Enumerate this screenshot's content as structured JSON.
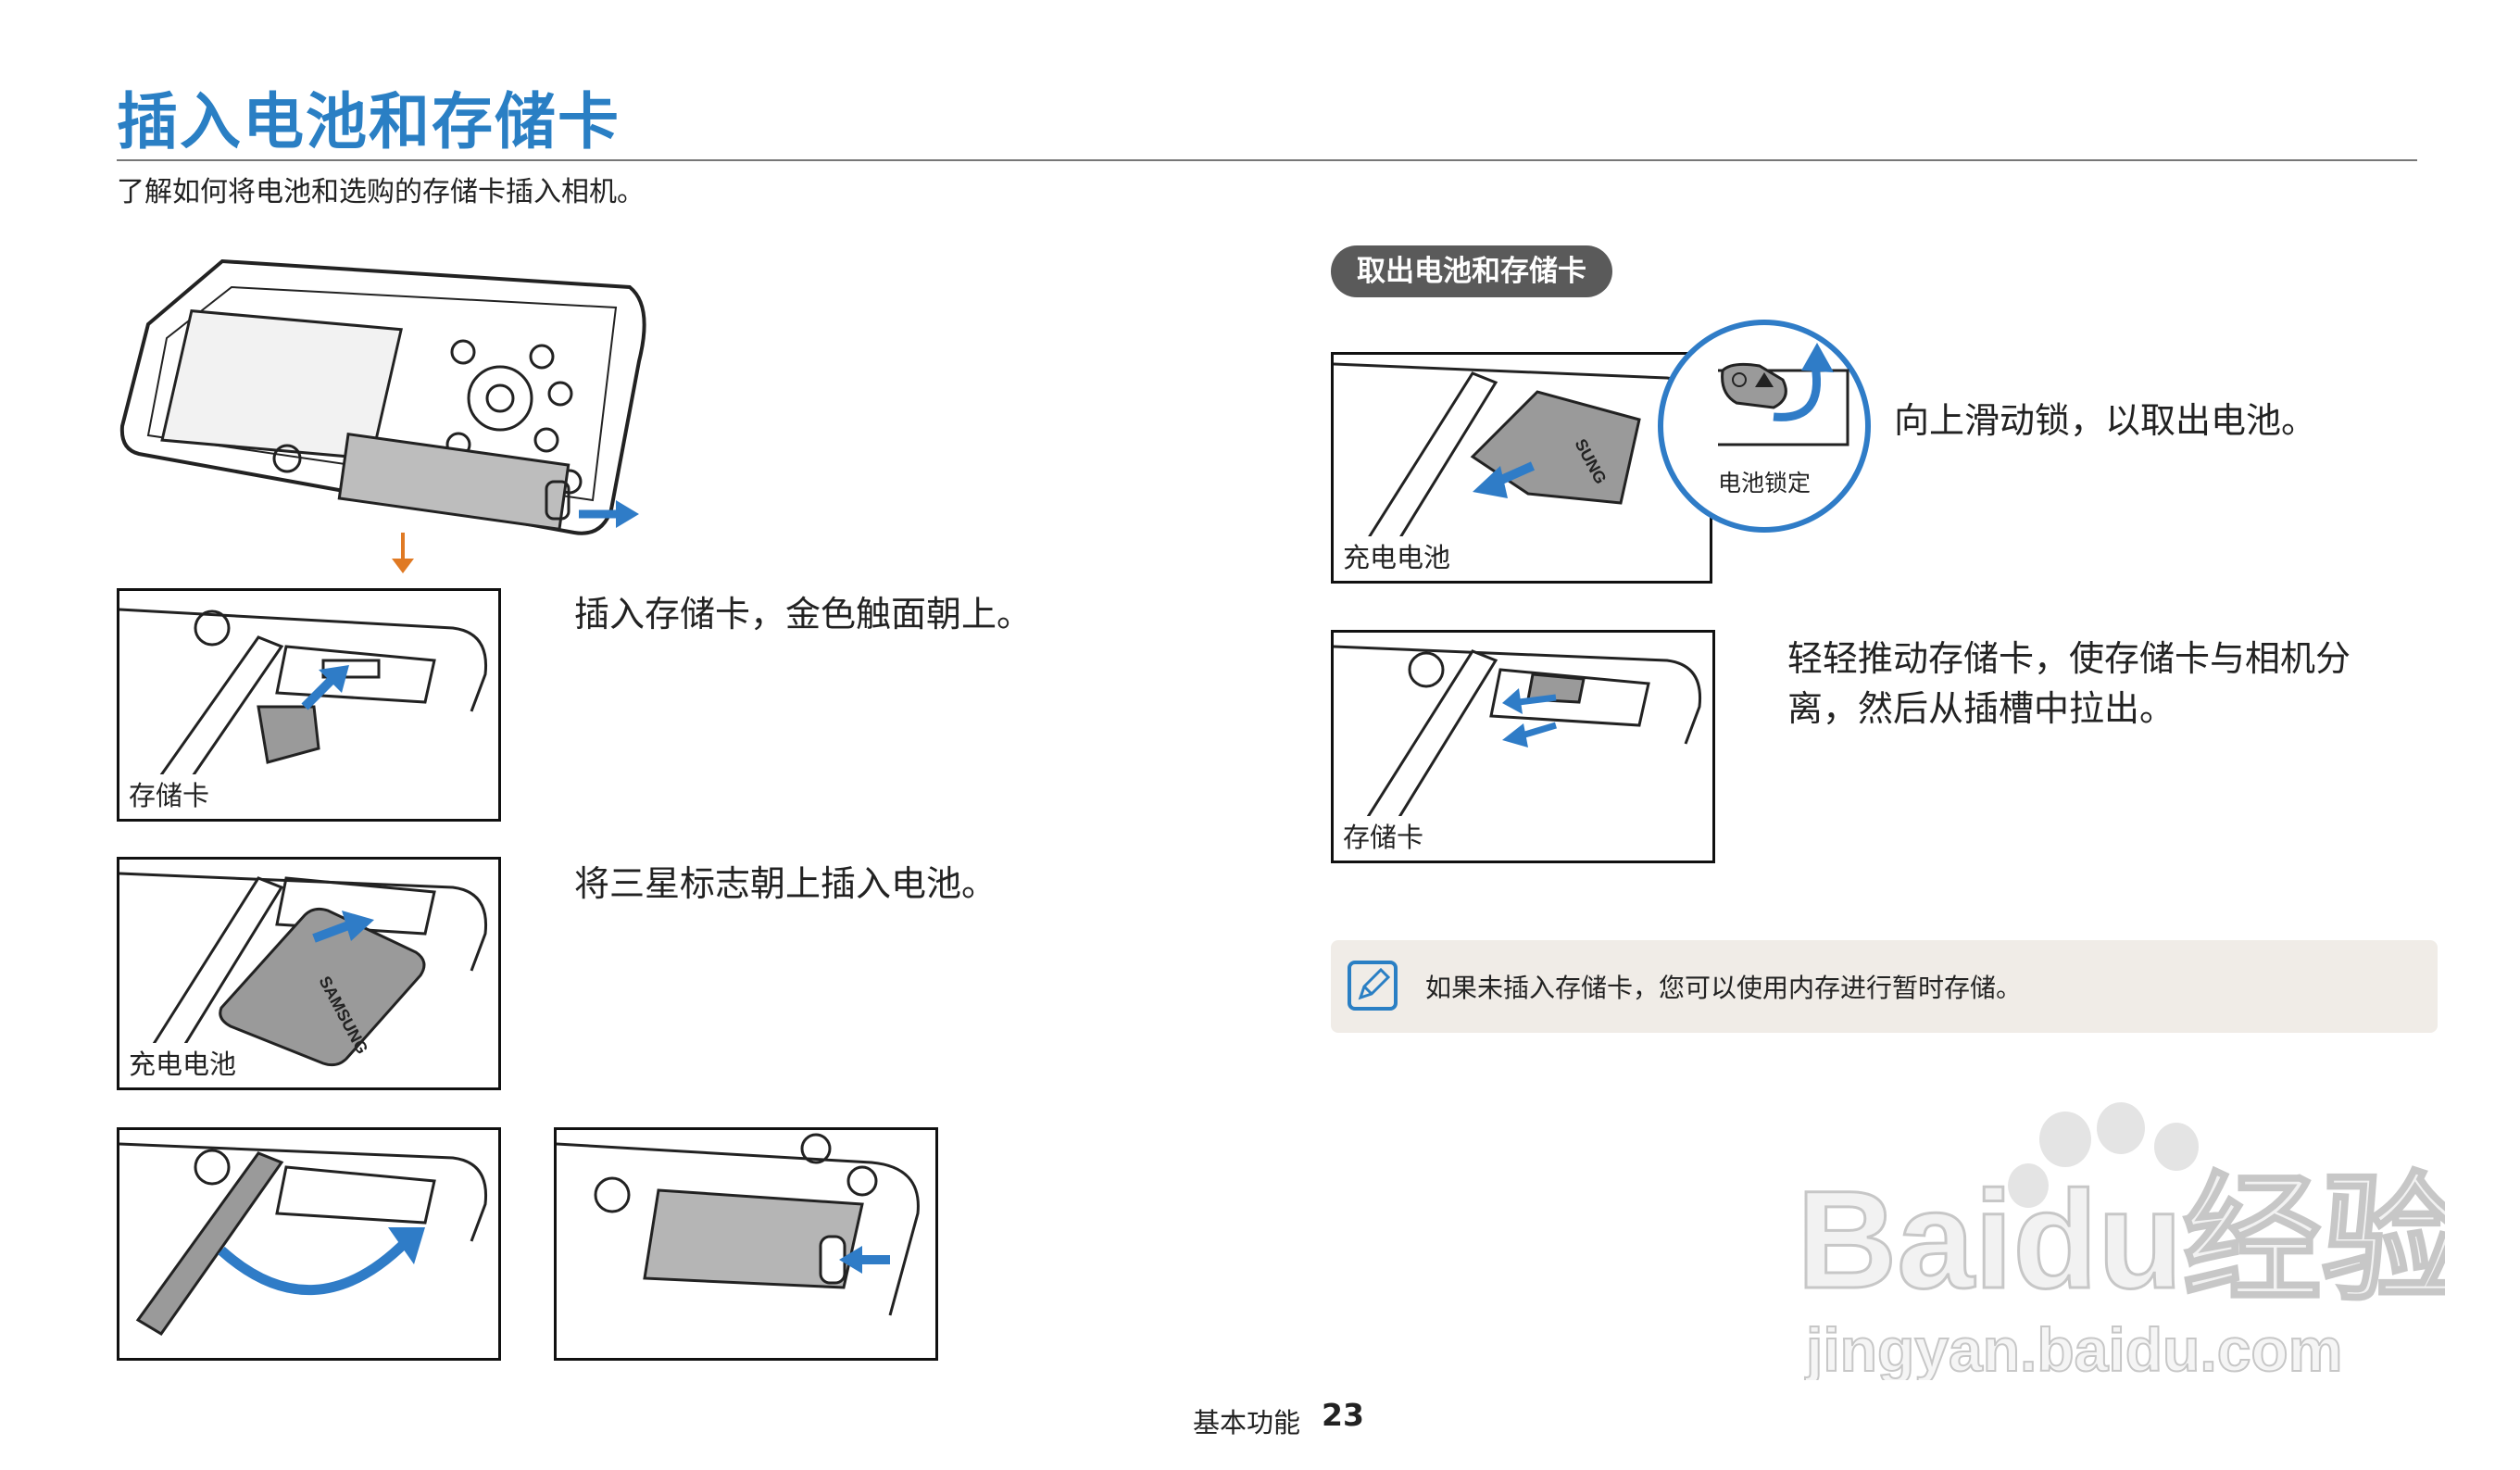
{
  "header": {
    "title": "插入电池和存储卡",
    "subtitle": "了解如何将电池和选购的存储卡插入相机。"
  },
  "left": {
    "steps": [
      {
        "text": "插入存储卡，金色触面朝上。",
        "caption": "存储卡"
      },
      {
        "text": "将三星标志朝上插入电池。",
        "caption": "充电电池",
        "battery_brand": "SAMSUNG"
      }
    ]
  },
  "right": {
    "section_title": "取出电池和存储卡",
    "steps": [
      {
        "text": "向上滑动锁，以取出电池。",
        "caption": "充电电池",
        "callout": "电池锁定",
        "battery_brand": "SUNG"
      },
      {
        "line1": "轻轻推动存储卡，使存储卡与相机分",
        "line2": "离，然后从插槽中拉出。",
        "caption": "存储卡"
      }
    ],
    "note": "如果未插入存储卡，您可以使用内存进行暂时存储。"
  },
  "footer": {
    "label": "基本功能",
    "page": "23"
  },
  "watermark": {
    "brand": "Baidu经验",
    "url": "jingyan.baidu.com"
  },
  "colors": {
    "accent": "#2a7fc4",
    "arrow": "#2f7cc7",
    "orange_arrow": "#e07a24",
    "pill_bg": "#5a5a5a",
    "note_bg": "#f0ece7"
  },
  "icons": [
    "note-pencil-icon",
    "down-arrow-icon",
    "blue-arrow-icon"
  ]
}
